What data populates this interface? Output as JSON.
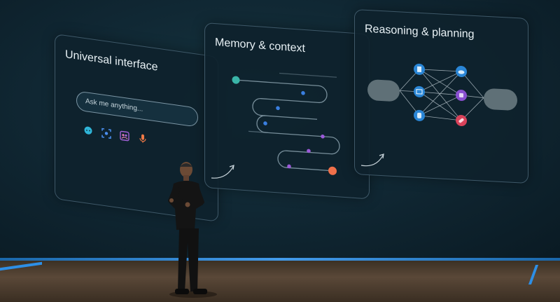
{
  "panels": {
    "universal": {
      "title": "Universal interface",
      "search_placeholder": "Ask me anything...",
      "icons": [
        "chat-bubble-icon",
        "vision-scan-icon",
        "teams-app-icon",
        "microphone-icon"
      ]
    },
    "memory": {
      "title": "Memory & context"
    },
    "reasoning": {
      "title": "Reasoning & planning",
      "input_nodes": [
        "document-icon",
        "screen-icon",
        "database-icon"
      ],
      "output_nodes": [
        "cloud-icon",
        "puzzle-icon",
        "pill-icon"
      ]
    }
  },
  "colors": {
    "panel_border": "#3e5868",
    "teal_dot": "#3ab5a8",
    "blue_dot": "#3a7fe0",
    "purple_dot": "#9b5ad8",
    "orange_dot": "#f0704a",
    "stage_blue": "#2d8fe6"
  }
}
